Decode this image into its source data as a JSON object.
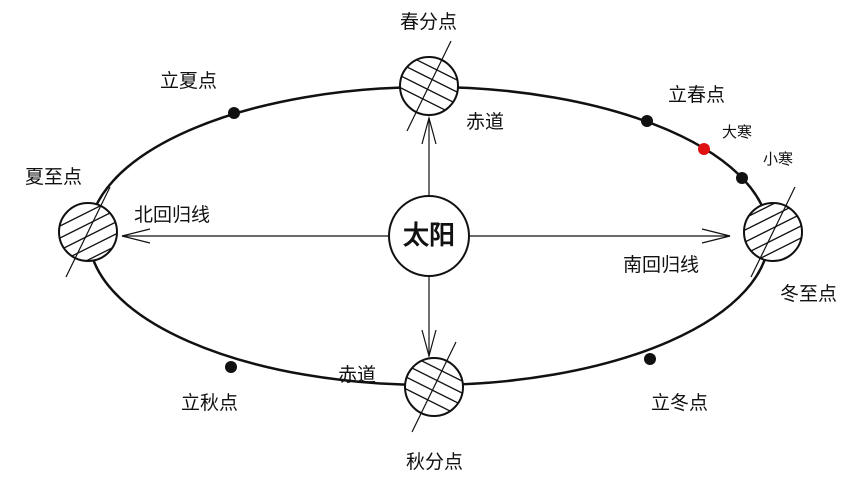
{
  "sun": {
    "label": "太阳"
  },
  "equinox": {
    "spring": "春分点",
    "autumn": "秋分点"
  },
  "solstice": {
    "summer": "夏至点",
    "winter": "冬至点"
  },
  "season_starts": {
    "summer": "立夏点",
    "spring": "立春点",
    "autumn": "立秋点",
    "winter": "立冬点"
  },
  "solar_terms": {
    "major_cold": "大寒",
    "minor_cold": "小寒"
  },
  "equator": {
    "upper": "赤道",
    "lower": "赤道"
  },
  "tropics": {
    "north": "北回归线",
    "south": "南回归线"
  },
  "colors": {
    "line": "#111111",
    "background": "#ffffff",
    "highlight_dot": "#e01010",
    "dot": "#111111"
  }
}
